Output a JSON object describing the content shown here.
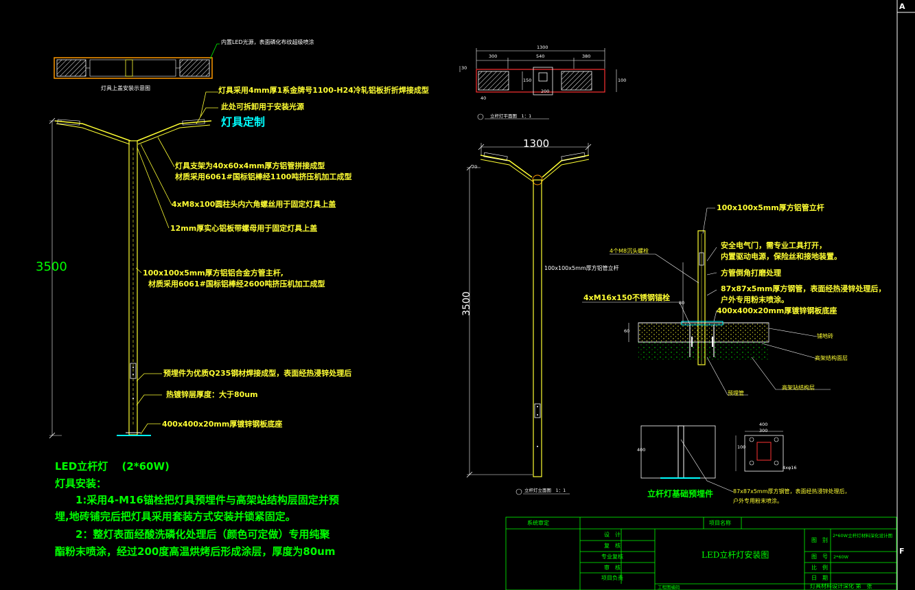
{
  "left_view": {
    "top_diagram_caption": "灯具上盖安装示意图",
    "notes": [
      "内置LED光源，表面磷化布纹超级喷涂",
      "灯具采用4mm厚1系金牌号1100-H24冷轧铝板折折焊接成型",
      "此处可拆卸用于安装光源",
      "灯具定制",
      "灯具支架为40x60x4mm厚方铝管拼接成型",
      "材质采用6061#国标铝棒经1100吨挤压机加工成型",
      "4xM8x100圆柱头内六角螺丝用于固定灯具上盖",
      "12mm厚实心铝板带螺母用于固定灯具上盖",
      "100x100x5mm厚方铝铝合金方管主杆,",
      "材质采用6061#国标铝棒经2600吨挤压机加工成型",
      "预埋件为优质Q235钢材焊接成型，表面经热浸锌处理后",
      "热镀锌层厚度：大于80um",
      "400x400x20mm厚镀锌钢板底座"
    ],
    "height_dim": "3500"
  },
  "main_note": {
    "title": "LED立杆灯　 (2*60W)",
    "subtitle": "灯具安装：",
    "line1": "1:采用4-M16锚栓把灯具预埋件与高架站结构层固定并预",
    "line2": "埋,地砖铺完后把灯具采用套装方式安装并锁紧固定。",
    "line3": "2：整灯表面经酸洗磷化处理后（颜色可定做）专用纯聚",
    "line4": "酯粉末喷涂，经过200度高温烘烤后形成涂层，厚度为80um"
  },
  "top_right": {
    "dims": [
      "1300",
      "300",
      "540",
      "380",
      "30",
      "150",
      "100",
      "200",
      "40"
    ],
    "caption": "立杆灯平面图　1：1"
  },
  "elevation": {
    "width_dim": "1300",
    "height_dim": "3500",
    "small_dim": "70",
    "pole_label": "100x100x5mm厚方铝管立杆",
    "caption": "立杆灯立面图　1：1"
  },
  "detail": {
    "notes": [
      "100x100x5mm厚方铝管立杆",
      "4个M8沉头螺栓",
      "安全电气门，需专业工具打开，",
      "内置驱动电源，保险丝和接地装置。",
      "方管倒角打磨处理",
      "4xM16x150不锈钢锚栓",
      "87x87x5mm厚方钢管，表面经热浸锌处理后，",
      "户外专用粉末喷涂。",
      "400x400x20mm厚镀锌钢板底座",
      "铺地砖",
      "高架结构面层",
      "预埋管",
      "高架站结构层"
    ],
    "dims": [
      "80",
      "60"
    ]
  },
  "foundation": {
    "label": "立杆灯基础预埋件",
    "note1": "87x87x5mm厚方钢管，表面经热浸锌处理后，",
    "note2": "户外专用粉末喷涂。",
    "dims": [
      "400",
      "300",
      "100",
      "4xφ16",
      "400"
    ]
  },
  "title_block": {
    "sys_review": "系统审定",
    "project_name": "项目名称",
    "design": "设　计",
    "check": "复　核",
    "spec_review": "专业复核",
    "audit": "审　核",
    "project_lead": "项目负责",
    "drawing_title": "LED立杆灯安装图",
    "drawing_label": "图　别",
    "drawing_value": "2*60W立杆灯材料深化设计图",
    "number_label": "图　号",
    "number_value": "2*60W",
    "scale_label": "比　例",
    "date_label": "日　期",
    "eng_no": "工程图编码",
    "footer": "灯具材料设计深化 第　张"
  },
  "border": {
    "a": "A",
    "f": "F"
  },
  "colors": {
    "green": "#00ff00",
    "yellow": "#ffff33",
    "cyan": "#00ffff",
    "white": "#ffffff",
    "orange": "#ff9900",
    "red": "#ff3333"
  }
}
